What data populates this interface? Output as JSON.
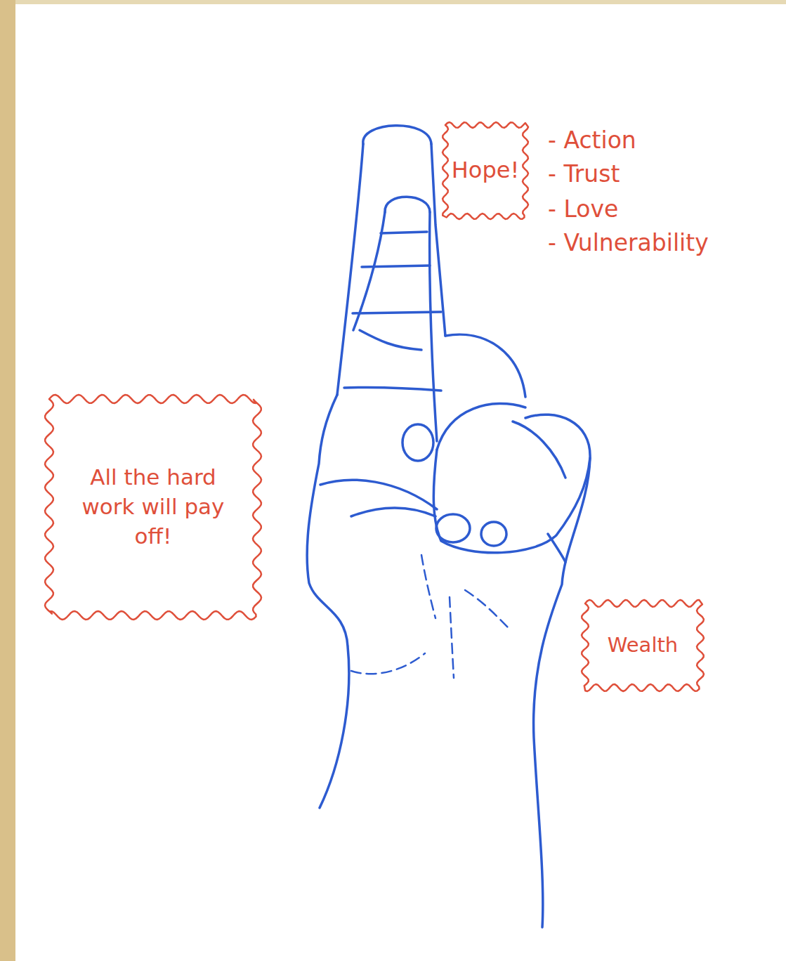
{
  "diagram": {
    "nodes": [
      {
        "text": [
          "Hope!"
        ]
      },
      {
        "text": [
          "All the hard work will pay off!"
        ]
      },
      {
        "text": [
          "Wealth"
        ]
      }
    ],
    "labels": [
      "- Action",
      "- Trust",
      "- Love",
      "- Vulnerability"
    ]
  }
}
